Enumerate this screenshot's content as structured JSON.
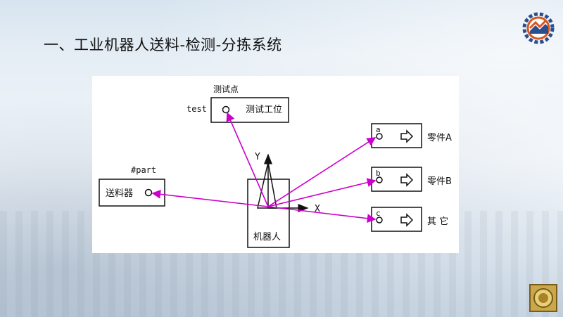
{
  "slide": {
    "title": "一、工业机器人送料-检测-分拣系统"
  },
  "diagram": {
    "test_station": {
      "header": "测试点",
      "point": "test",
      "label": "测试工位"
    },
    "feeder": {
      "point": "#part",
      "label": "送料器"
    },
    "robot": {
      "label": "机器人",
      "axis_y": "Y",
      "axis_x": "X"
    },
    "bins": [
      {
        "point": "a",
        "label": "零件A"
      },
      {
        "point": "b",
        "label": "零件B"
      },
      {
        "point": "c",
        "label": "其 它"
      }
    ],
    "arrow_color": "#cc00cc"
  }
}
